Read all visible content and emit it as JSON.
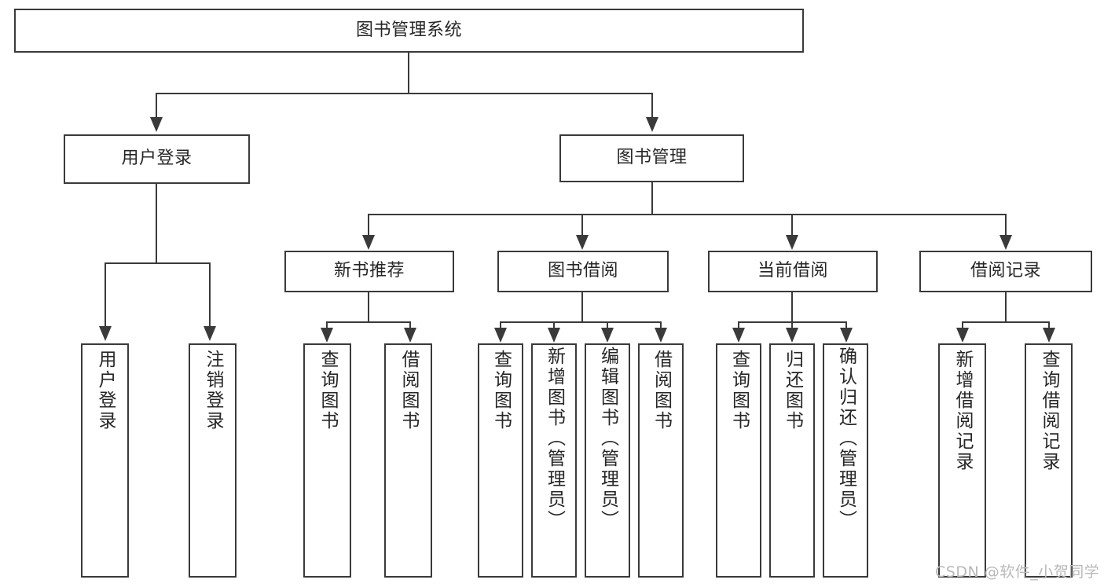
{
  "diagram": {
    "title": "图书管理系统",
    "root": {
      "label": "图书管理系统"
    },
    "level1": [
      {
        "label": "用户登录"
      },
      {
        "label": "图书管理"
      }
    ],
    "level2": [
      {
        "label": "新书推荐"
      },
      {
        "label": "图书借阅"
      },
      {
        "label": "当前借阅"
      },
      {
        "label": "借阅记录"
      }
    ],
    "leaves": {
      "user_login": [
        {
          "label": "用户登录"
        },
        {
          "label": "注销登录"
        }
      ],
      "new_book": [
        {
          "label": "查询图书"
        },
        {
          "label": "借阅图书"
        }
      ],
      "borrow": [
        {
          "label": "查询图书"
        },
        {
          "label": "新增图书（管理员）"
        },
        {
          "label": "编辑图书（管理员）"
        },
        {
          "label": "借阅图书"
        }
      ],
      "current": [
        {
          "label": "查询图书"
        },
        {
          "label": "归还图书"
        },
        {
          "label": "确认归还（管理员）"
        }
      ],
      "records": [
        {
          "label": "新增借阅记录"
        },
        {
          "label": "查询借阅记录"
        }
      ]
    }
  },
  "watermark": {
    "text": "CSDN @软件_小贺同学"
  },
  "colors": {
    "stroke": "#3a3a3a",
    "text": "#262626",
    "background": "#ffffff",
    "watermark": "#b9b9b9"
  }
}
